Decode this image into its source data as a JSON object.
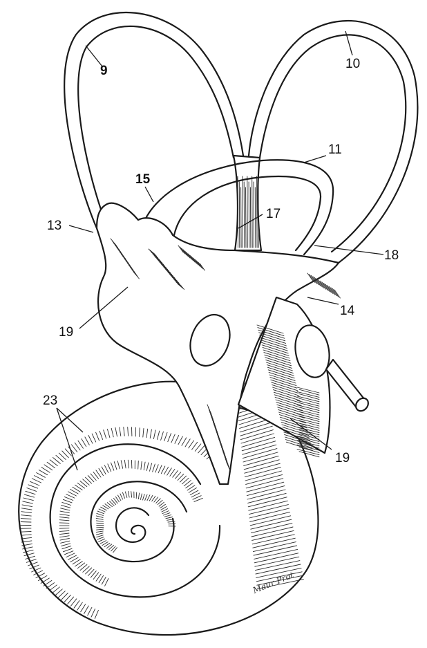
{
  "labels": {
    "l9": "9",
    "l10": "10",
    "l11": "11",
    "l13": "13",
    "l14": "14",
    "l15": "15",
    "l17": "17",
    "l18": "18",
    "l19a": "19",
    "l19b": "19",
    "l23": "23"
  },
  "signature": "Maur Prot"
}
